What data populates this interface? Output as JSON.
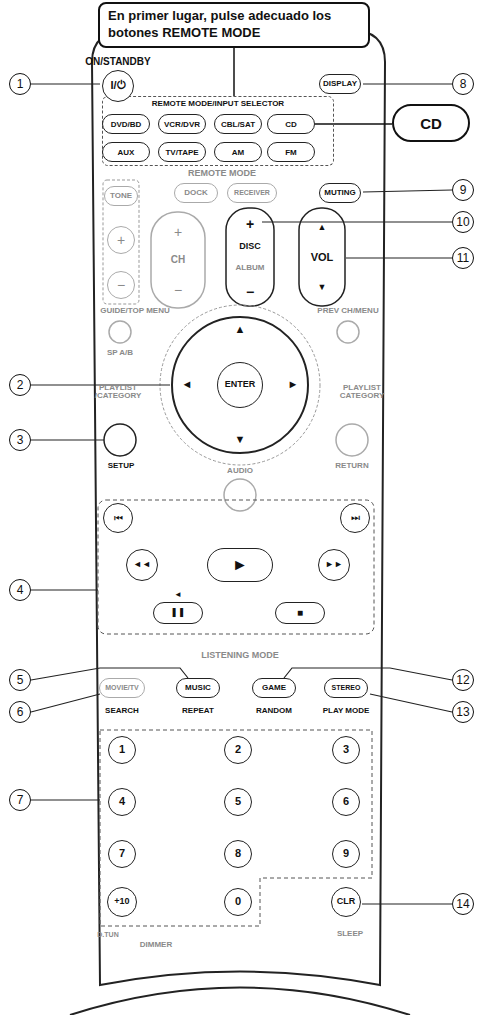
{
  "diagram": {
    "nodes": [
      {
        "text": [
          "En primer lugar, pulse adecuado los botones REMOTE MODE"
        ]
      },
      {
        "text": [
          "REMOTE MODE/INPUT SELECTOR"
        ]
      },
      {
        "text": [
          "DVD/BD"
        ],
        "in": 1
      },
      {
        "text": [
          "VCR/DVR"
        ],
        "in": 1
      },
      {
        "text": [
          "CBL/SAT"
        ],
        "in": 1
      },
      {
        "text": [
          "CD"
        ],
        "in": 1
      },
      {
        "text": [
          "AUX"
        ],
        "in": 1
      },
      {
        "text": [
          "TV/TAPE"
        ],
        "in": 1
      },
      {
        "text": [
          "AM"
        ],
        "in": 1
      },
      {
        "text": [
          "FM"
        ],
        "in": 1
      },
      {
        "text": [
          "CD"
        ]
      }
    ],
    "edges": [
      {
        "from": 0,
        "to": 1,
        "arrow": "none"
      },
      {
        "from": 10,
        "to": 5,
        "arrow": "none"
      }
    ],
    "labels": [
      "ON/STANDBY",
      "I/⏻",
      "1",
      "DISPLAY",
      "8",
      "REMOTE MODE",
      "DOCK",
      "RECEIVER",
      "MUTING",
      "9",
      "TONE",
      "+",
      "−",
      "+",
      "CH",
      "−",
      "+",
      "DISC",
      "ALBUM",
      "−",
      "10",
      "▲",
      "VOL",
      "▼",
      "11",
      "GUIDE/TOP MENU",
      "SP A/B",
      "PREV CH/MENU",
      "▲",
      "◄",
      "ENTER",
      "►",
      "▼",
      "PLAYLIST /CATEGORY",
      "PLAYLIST CATEGORY",
      "2",
      "SETUP",
      "3",
      "RETURN",
      "AUDIO",
      "⏮",
      "⏭",
      "◄◄",
      "►",
      "►►",
      "◄",
      "❚❚",
      "■",
      "4",
      "LISTENING MODE",
      "MOVIE/TV",
      "MUSIC",
      "GAME",
      "STEREO",
      "5",
      "6",
      "12",
      "13",
      "SEARCH",
      "REPEAT",
      "RANDOM",
      "PLAY MODE",
      "1",
      "2",
      "3",
      "4",
      "5",
      "6",
      "7",
      "8",
      "9",
      "+10",
      "0",
      "CLR",
      "D.TUN",
      "DIMMER",
      "SLEEP",
      "7",
      "14"
    ]
  }
}
